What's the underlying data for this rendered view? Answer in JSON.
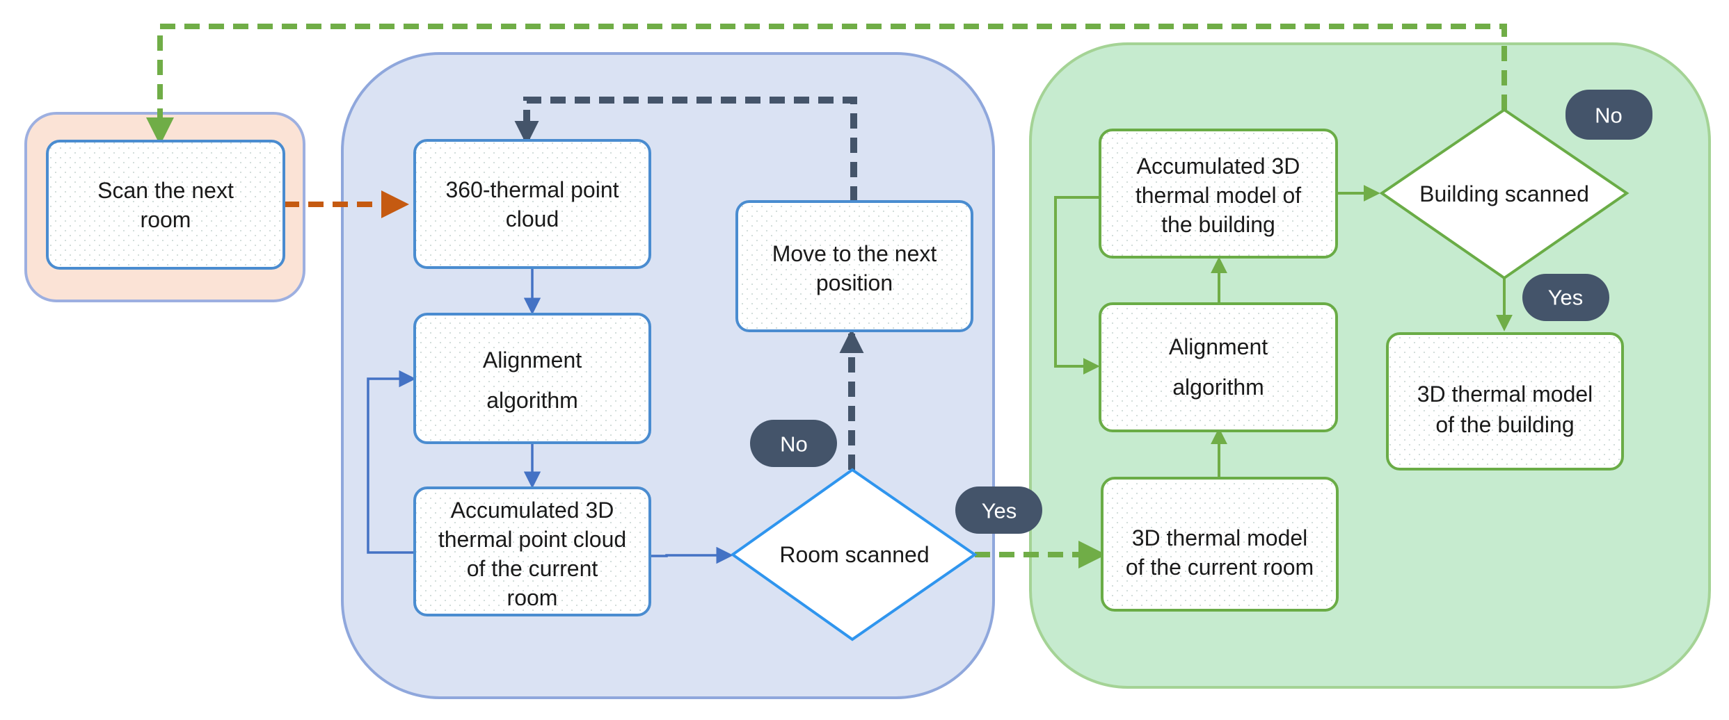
{
  "nodes": {
    "scan_next_room": {
      "lines": [
        "Scan the next",
        "room"
      ]
    },
    "thermal_point_cloud": {
      "lines": [
        "360-thermal point",
        "cloud"
      ]
    },
    "alignment_room": {
      "lines": [
        "Alignment",
        "algorithm"
      ]
    },
    "accumulated_room": {
      "lines": [
        "Accumulated 3D",
        "thermal point cloud",
        "of the current",
        "room"
      ]
    },
    "move_next_position": {
      "lines": [
        "Move to the next",
        "position"
      ]
    },
    "room_scanned": {
      "lines": [
        "Room scanned"
      ]
    },
    "model_current_room": {
      "lines": [
        "3D thermal model",
        "of the current room"
      ]
    },
    "alignment_building": {
      "lines": [
        "Alignment",
        "algorithm"
      ]
    },
    "accumulated_building": {
      "lines": [
        "Accumulated 3D",
        "thermal model of",
        "the building"
      ]
    },
    "building_scanned": {
      "lines": [
        "Building scanned"
      ]
    },
    "model_building": {
      "lines": [
        "3D thermal model",
        "of the building"
      ]
    }
  },
  "badges": {
    "room_no": "No",
    "room_yes": "Yes",
    "building_no": "No",
    "building_yes": "Yes"
  },
  "colors": {
    "orange_panel_fill": "#fbe3d6",
    "orange_panel_stroke": "#9dafe0",
    "blue_panel_fill": "#dae2f3",
    "blue_panel_stroke": "#8fa7dc",
    "green_panel_fill": "#c6ebcf",
    "green_panel_stroke": "#a4d395",
    "box_blue_stroke": "#4a8cd0",
    "box_green_stroke": "#6aac46",
    "diamond_blue_stroke": "#2f95ee",
    "arrow_orange": "#c55a11",
    "arrow_navy": "#44546a",
    "arrow_blue": "#4472c4",
    "arrow_green": "#70ad47",
    "badge_fill": "#44546a"
  }
}
